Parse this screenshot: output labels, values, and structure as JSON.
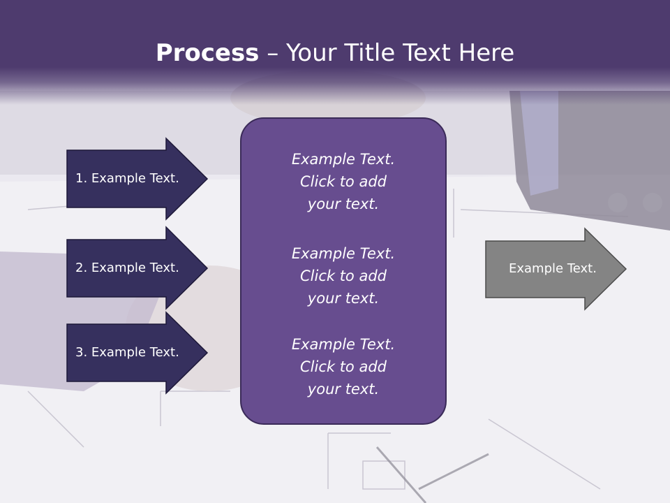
{
  "title": {
    "bold": "Process",
    "rest": " – Your Title Text Here"
  },
  "left_arrows": [
    {
      "label": "1. Example Text."
    },
    {
      "label": "2. Example Text."
    },
    {
      "label": "3. Example Text."
    }
  ],
  "center_items": [
    {
      "line1": "Example Text.",
      "line2": "Click  to add",
      "line3": "your text."
    },
    {
      "line1": "Example Text.",
      "line2": "Click  to add",
      "line3": "your text."
    },
    {
      "line1": "Example Text.",
      "line2": "Click  to add",
      "line3": "your text."
    }
  ],
  "right_arrow": {
    "label": "Example Text."
  },
  "colors": {
    "header": "#4e3b6e",
    "left_arrow_fill": "#36305e",
    "center_box_fill": "#674d8f",
    "right_arrow_fill": "#848484"
  }
}
